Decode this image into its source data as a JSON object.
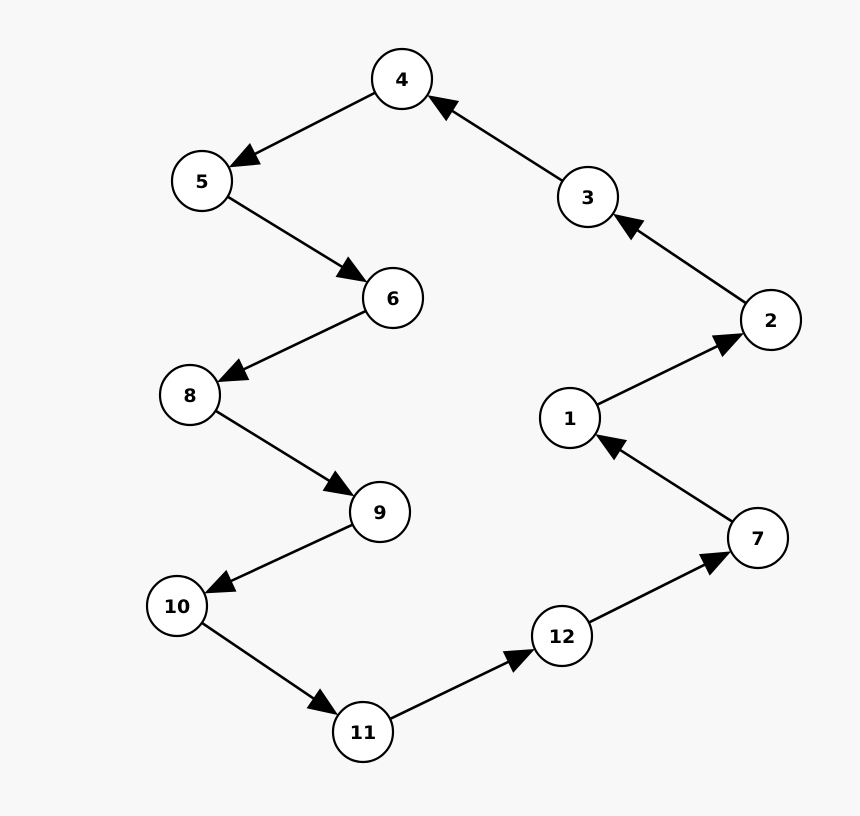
{
  "diagram": {
    "nodes": [
      {
        "id": "n1",
        "label": "1"
      },
      {
        "id": "n2",
        "label": "2"
      },
      {
        "id": "n3",
        "label": "3"
      },
      {
        "id": "n4",
        "label": "4"
      },
      {
        "id": "n5",
        "label": "5"
      },
      {
        "id": "n6",
        "label": "6"
      },
      {
        "id": "n7",
        "label": "7"
      },
      {
        "id": "n8",
        "label": "8"
      },
      {
        "id": "n9",
        "label": "9"
      },
      {
        "id": "n10",
        "label": "10"
      },
      {
        "id": "n11",
        "label": "11"
      },
      {
        "id": "n12",
        "label": "12"
      }
    ],
    "edges": [
      {
        "from": "n1",
        "to": "n2"
      },
      {
        "from": "n2",
        "to": "n3"
      },
      {
        "from": "n3",
        "to": "n4"
      },
      {
        "from": "n4",
        "to": "n5"
      },
      {
        "from": "n5",
        "to": "n6"
      },
      {
        "from": "n6",
        "to": "n8"
      },
      {
        "from": "n8",
        "to": "n9"
      },
      {
        "from": "n9",
        "to": "n10"
      },
      {
        "from": "n10",
        "to": "n11"
      },
      {
        "from": "n11",
        "to": "n12"
      },
      {
        "from": "n12",
        "to": "n7"
      },
      {
        "from": "n7",
        "to": "n1"
      }
    ],
    "colors": {
      "background": "#f8f8f8",
      "node_fill": "#ffffff",
      "stroke": "#000000"
    }
  }
}
